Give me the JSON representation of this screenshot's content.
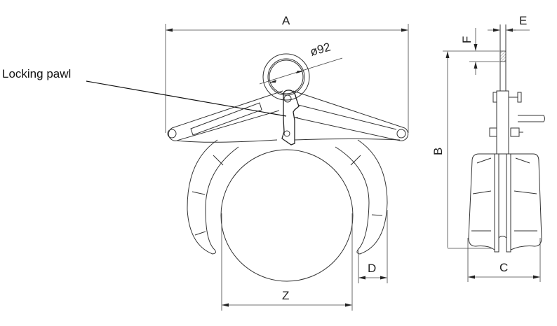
{
  "diagram": {
    "type": "technical-drawing",
    "subject": "pipe lifting clamp with locking pawl",
    "views": [
      "front-view",
      "side-view"
    ],
    "callouts": {
      "locking_pawl": "Locking pawl"
    },
    "dimensions": {
      "A": "A",
      "B": "B",
      "C": "C",
      "D": "D",
      "E": "E",
      "F": "F",
      "Z": "Z",
      "ring_diameter": "ø92"
    },
    "colors": {
      "line": "#333333",
      "background": "#ffffff"
    }
  }
}
